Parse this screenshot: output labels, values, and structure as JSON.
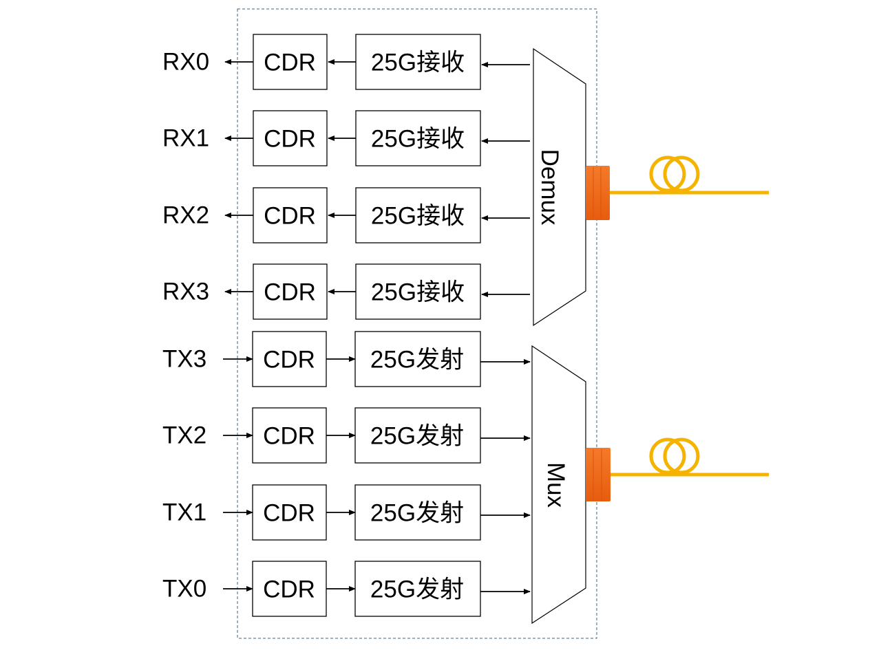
{
  "diagram": {
    "rx_channels": [
      {
        "port": "RX0",
        "cdr": "CDR",
        "receiver": "25G接收"
      },
      {
        "port": "RX1",
        "cdr": "CDR",
        "receiver": "25G接收"
      },
      {
        "port": "RX2",
        "cdr": "CDR",
        "receiver": "25G接收"
      },
      {
        "port": "RX3",
        "cdr": "CDR",
        "receiver": "25G接收"
      }
    ],
    "tx_channels": [
      {
        "port": "TX3",
        "cdr": "CDR",
        "transmitter": "25G发射"
      },
      {
        "port": "TX2",
        "cdr": "CDR",
        "transmitter": "25G发射"
      },
      {
        "port": "TX1",
        "cdr": "CDR",
        "transmitter": "25G发射"
      },
      {
        "port": "TX0",
        "cdr": "CDR",
        "transmitter": "25G发射"
      }
    ],
    "demux_label": "Demux",
    "mux_label": "Mux",
    "colors": {
      "connector": "#f26a1b",
      "fiber": "#f5b300",
      "frame": "#41607a"
    }
  }
}
